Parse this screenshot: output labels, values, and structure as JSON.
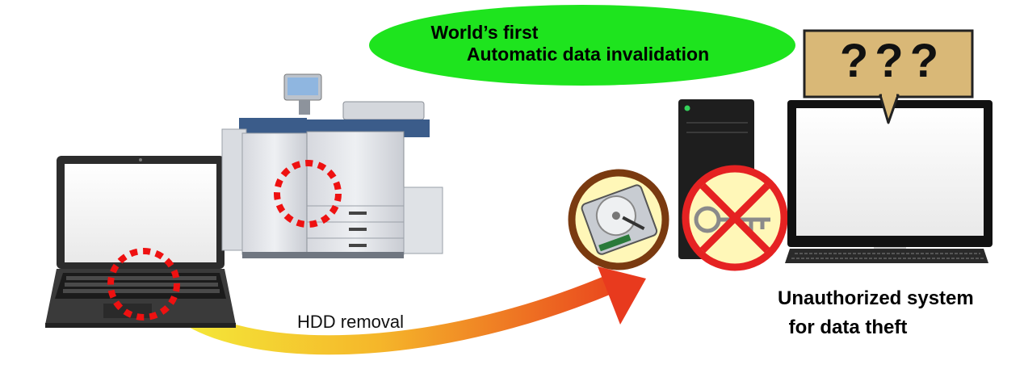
{
  "headline": {
    "line1": "World’s first",
    "line2": "Automatic data invalidation"
  },
  "speech_bubble": {
    "text": "???"
  },
  "hdd_removal_label": "HDD removal",
  "unauthorized_system_label": {
    "line1": "Unauthorized system",
    "line2": " for data theft"
  },
  "colors": {
    "headline_ellipse": "#1ee41e",
    "speech_bubble": "#d9b877",
    "highlight_circle": "#ee1111",
    "prohibit_sign": "#e52222",
    "badge_fill": "#fff7b8",
    "badge_ring": "#7a3a10",
    "arrow_start": "#f0ea30",
    "arrow_end": "#e83a1e"
  }
}
